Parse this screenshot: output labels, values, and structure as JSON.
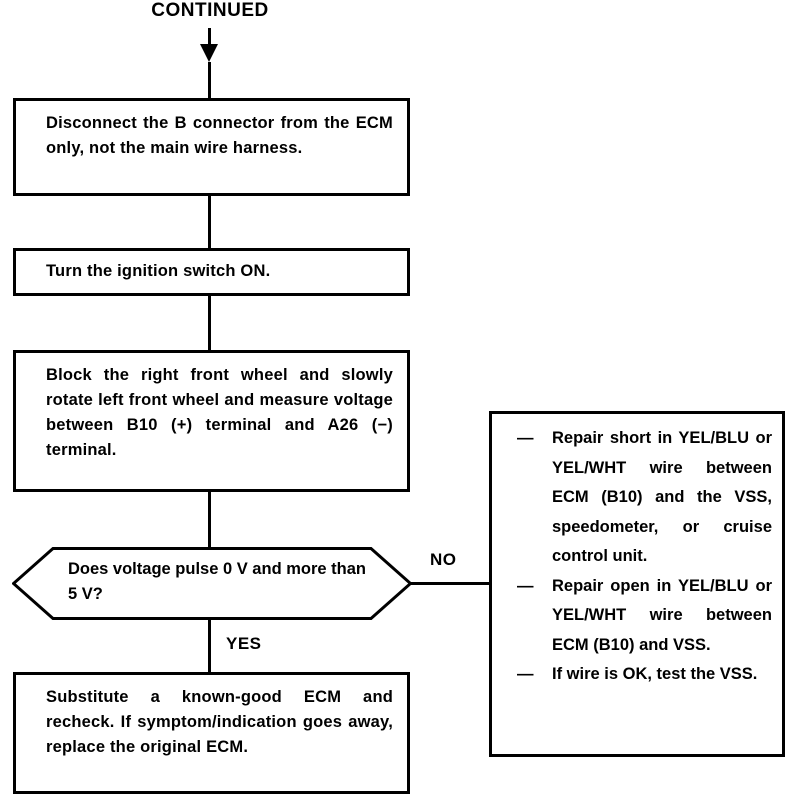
{
  "header": {
    "continued_label": "CONTINUED"
  },
  "flow": {
    "steps": [
      {
        "id": "disconnect",
        "text": "Disconnect the B connector from the ECM only, not the main wire harness."
      },
      {
        "id": "ignition",
        "text": "Turn the ignition switch ON."
      },
      {
        "id": "measure",
        "text": "Block the right front wheel and slowly rotate left front wheel and measure voltage between B10 (+) terminal and A26 (−) terminal."
      }
    ],
    "decision": {
      "id": "voltage-pulse",
      "text": "Does voltage pulse 0 V and more than 5 V?",
      "yes_label": "YES",
      "no_label": "NO"
    },
    "yes_outcome": {
      "id": "substitute",
      "text": "Substitute a known-good ECM and recheck. If symptom/indication goes away, replace the original ECM."
    },
    "no_outcome": {
      "id": "repair",
      "bullet_marker": "—",
      "items": [
        "Repair short in YEL/BLU or YEL/WHT wire between ECM (B10) and the VSS, speedometer, or cruise control unit.",
        "Repair open in YEL/BLU or YEL/WHT wire between ECM (B10) and VSS.",
        "If wire is OK, test the VSS."
      ]
    }
  },
  "colors": {
    "ink": "#000000",
    "paper": "#ffffff"
  }
}
